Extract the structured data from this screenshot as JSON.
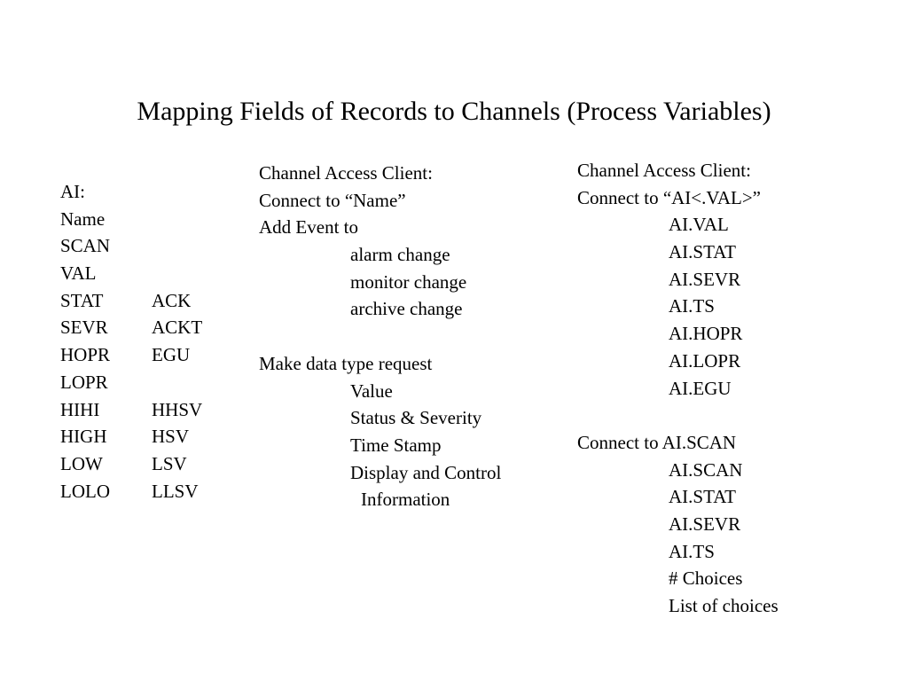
{
  "slide": {
    "title": "Mapping Fields of Records to Channels (Process Variables)"
  },
  "record_fields": {
    "header": "AI:",
    "rows": [
      {
        "field": "Name",
        "pair": ""
      },
      {
        "field": "SCAN",
        "pair": ""
      },
      {
        "field": "VAL",
        "pair": ""
      },
      {
        "field": "STAT",
        "pair": "ACK"
      },
      {
        "field": "SEVR",
        "pair": "ACKT"
      },
      {
        "field": "HOPR",
        "pair": "EGU"
      },
      {
        "field": "LOPR",
        "pair": ""
      },
      {
        "field": "HIHI",
        "pair": "HHSV"
      },
      {
        "field": "HIGH",
        "pair": "HSV"
      },
      {
        "field": "LOW",
        "pair": "LSV"
      },
      {
        "field": "LOLO",
        "pair": "LLSV"
      }
    ]
  },
  "client_generic": {
    "heading": "Channel Access Client:",
    "connect": "Connect to “Name”",
    "add_event": "Add Event to",
    "events": [
      "alarm change",
      "monitor change",
      "archive change"
    ],
    "request": "Make data type request",
    "request_items": [
      "Value",
      "Status & Severity",
      "Time Stamp",
      "Display and Control"
    ],
    "request_items_cont": "Information"
  },
  "client_example": {
    "heading": "Channel Access Client:",
    "connect_val": "Connect to “AI<.VAL>”",
    "val_items": [
      "AI.VAL",
      "AI.STAT",
      "AI.SEVR",
      "AI.TS",
      "AI.HOPR",
      "AI.LOPR",
      "AI.EGU"
    ],
    "connect_scan": "Connect to AI.SCAN",
    "scan_items": [
      "AI.SCAN",
      "AI.STAT",
      "AI.SEVR",
      "AI.TS",
      "# Choices",
      "List of choices"
    ]
  }
}
